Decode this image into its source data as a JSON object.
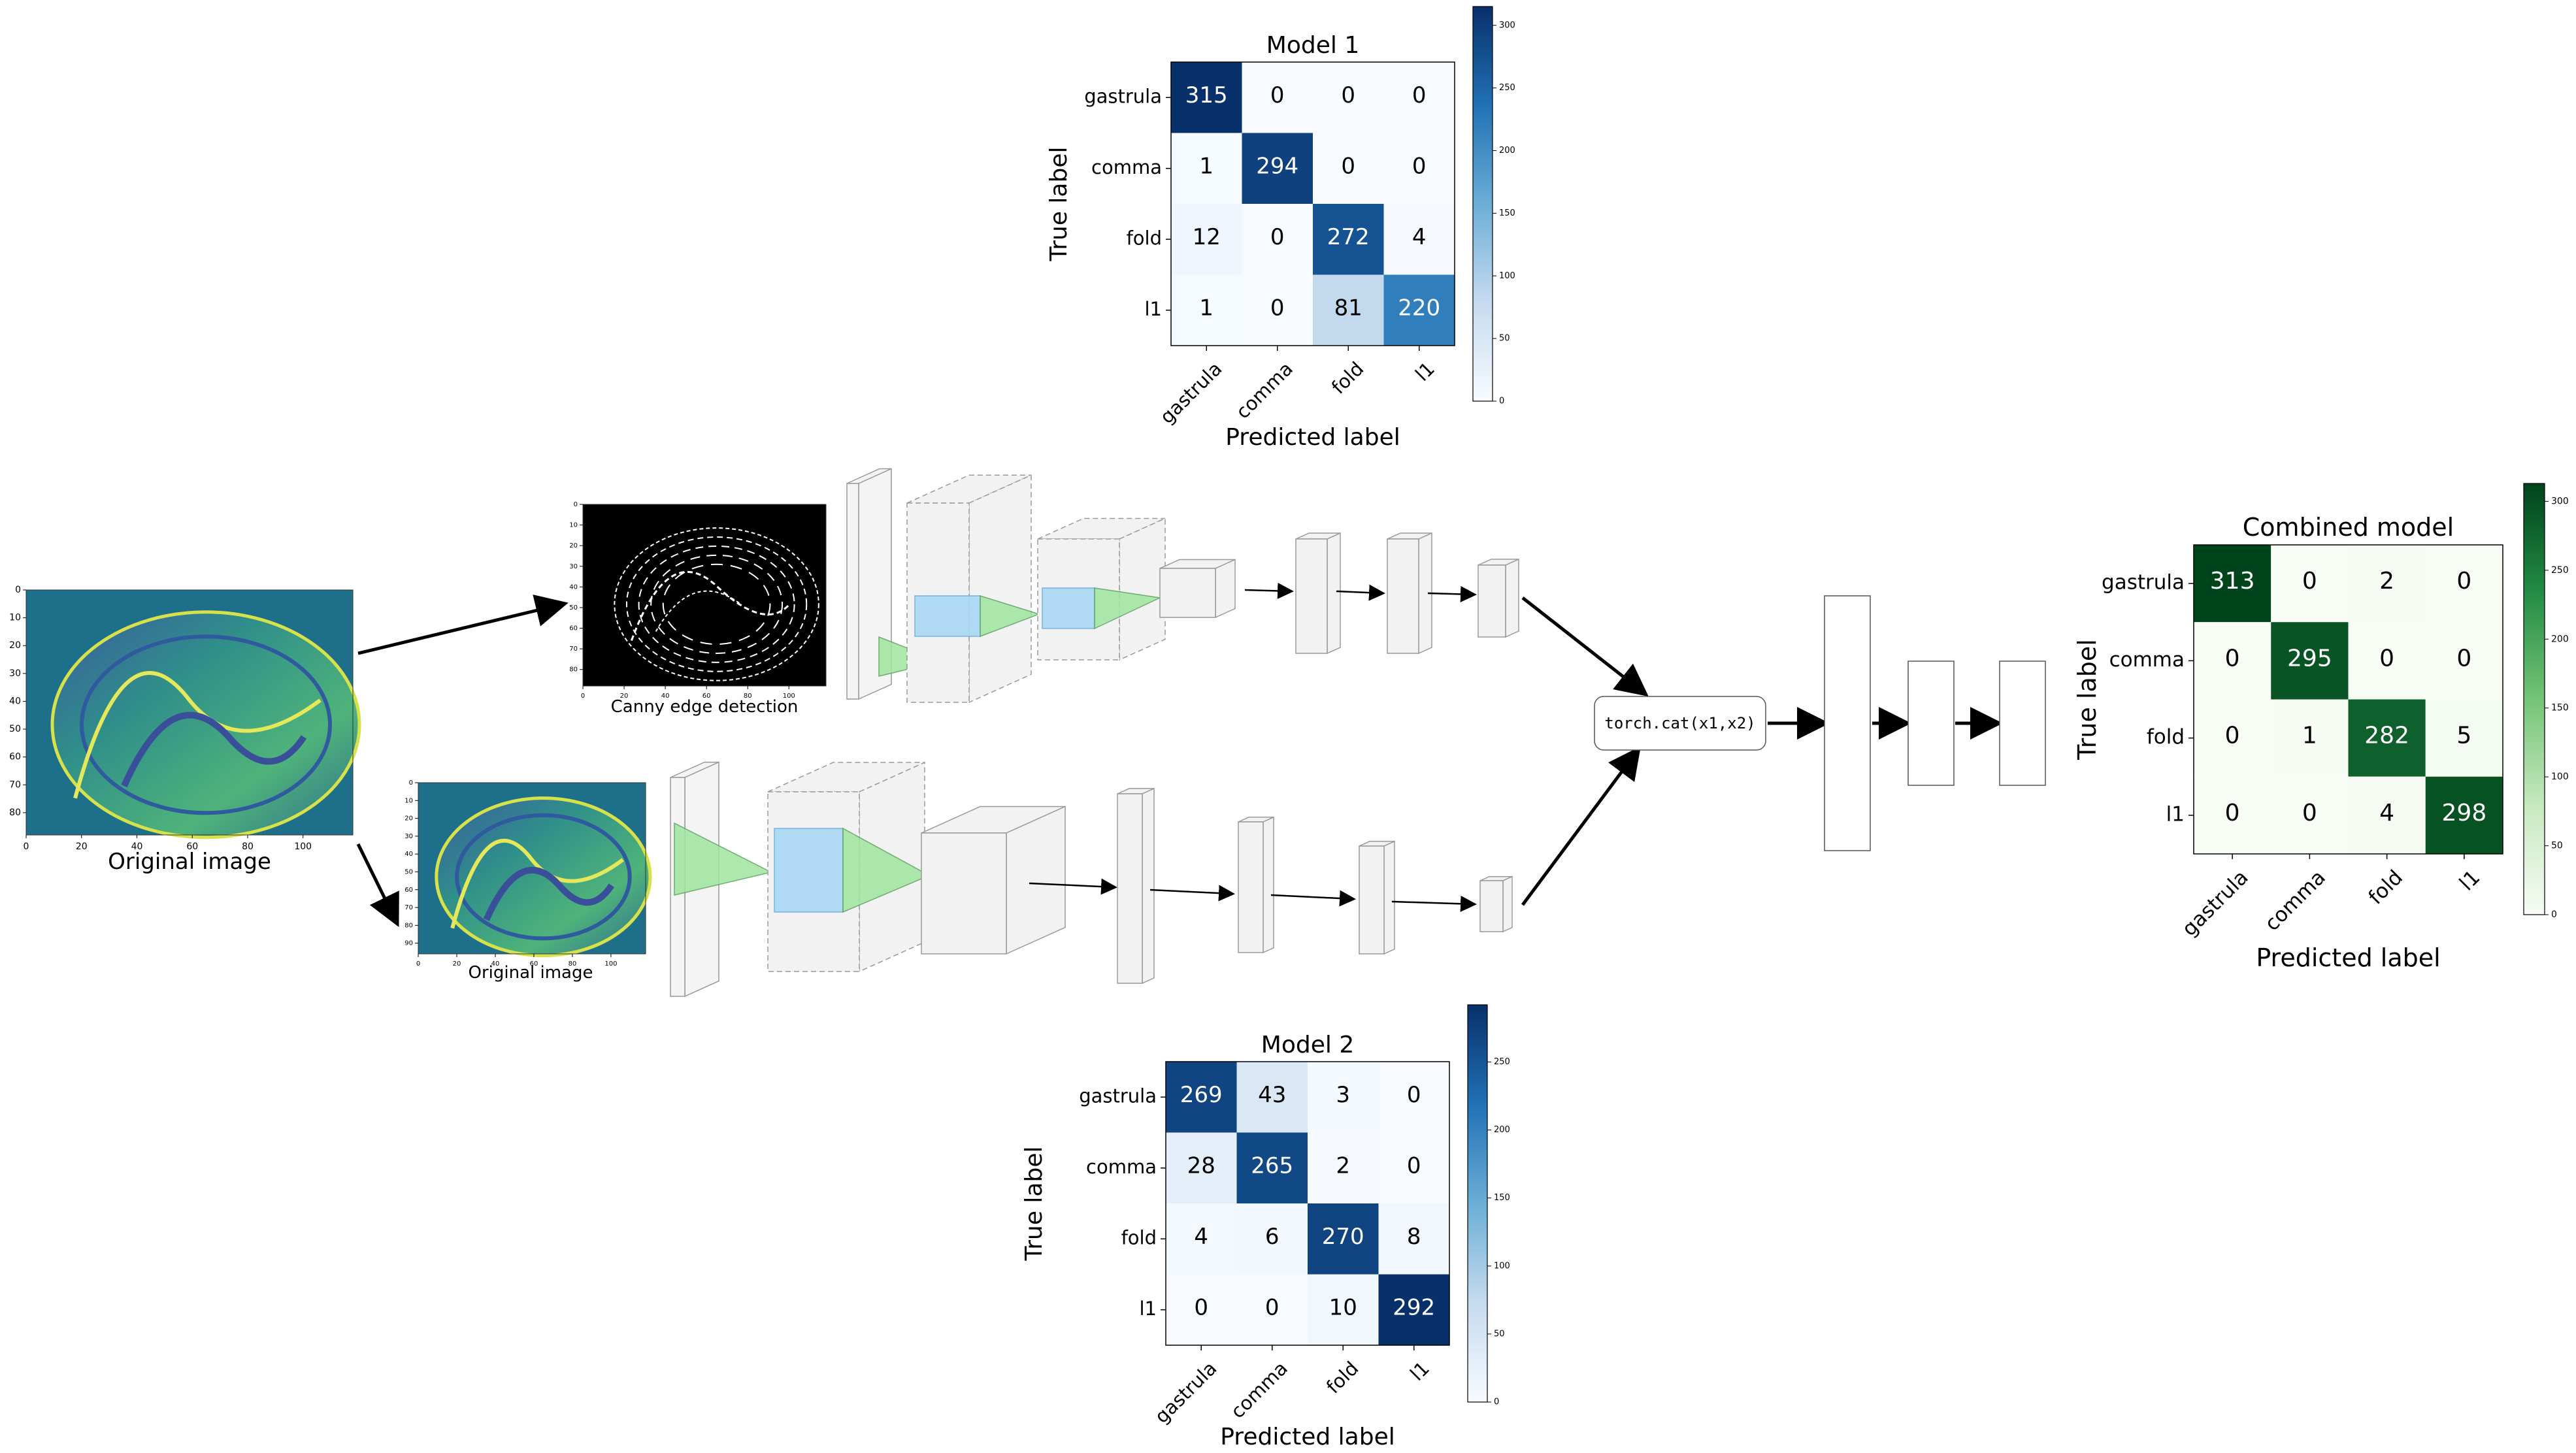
{
  "matrices": {
    "model1": {
      "title": "Model 1",
      "classes": [
        "gastrula",
        "comma",
        "fold",
        "l1"
      ],
      "values": [
        [
          315,
          0,
          0,
          0
        ],
        [
          1,
          294,
          0,
          0
        ],
        [
          12,
          0,
          272,
          4
        ],
        [
          1,
          0,
          81,
          220
        ]
      ],
      "xlabel": "Predicted label",
      "ylabel": "True label",
      "cmap": "blues",
      "colorbar_ticks": [
        "0",
        "50",
        "100",
        "150",
        "200",
        "250",
        "300"
      ],
      "colorbar_max": 315
    },
    "model2": {
      "title": "Model 2",
      "classes": [
        "gastrula",
        "comma",
        "fold",
        "l1"
      ],
      "values": [
        [
          269,
          43,
          3,
          0
        ],
        [
          28,
          265,
          2,
          0
        ],
        [
          4,
          6,
          270,
          8
        ],
        [
          0,
          0,
          10,
          292
        ]
      ],
      "xlabel": "Predicted label",
      "ylabel": "True label",
      "cmap": "blues",
      "colorbar_ticks": [
        "0",
        "50",
        "100",
        "150",
        "200",
        "250"
      ],
      "colorbar_max": 292
    },
    "combined": {
      "title": "Combined model",
      "classes": [
        "gastrula",
        "comma",
        "fold",
        "l1"
      ],
      "values": [
        [
          313,
          0,
          2,
          0
        ],
        [
          0,
          295,
          0,
          0
        ],
        [
          0,
          1,
          282,
          5
        ],
        [
          0,
          0,
          4,
          298
        ]
      ],
      "xlabel": "Predicted label",
      "ylabel": "True label",
      "cmap": "greens",
      "colorbar_ticks": [
        "0",
        "50",
        "100",
        "150",
        "200",
        "250",
        "300"
      ],
      "colorbar_max": 313
    }
  },
  "images": {
    "original_label": "Original image",
    "original_small_label": "Original image",
    "canny_label": "Canny edge detection",
    "original_xticks": [
      "0",
      "20",
      "40",
      "60",
      "80",
      "100"
    ],
    "original_yticks": [
      "0",
      "10",
      "20",
      "30",
      "40",
      "50",
      "60",
      "70",
      "80"
    ],
    "canny_xticks": [
      "0",
      "20",
      "40",
      "60",
      "80",
      "100"
    ],
    "canny_yticks": [
      "0",
      "10",
      "20",
      "30",
      "40",
      "50",
      "60",
      "70",
      "80"
    ],
    "small_xticks": [
      "0",
      "20",
      "40",
      "60",
      "80",
      "100"
    ],
    "small_yticks": [
      "0",
      "10",
      "20",
      "30",
      "40",
      "50",
      "60",
      "70",
      "80",
      "90"
    ]
  },
  "concat_label": "torch.cat(x1,x2)"
}
